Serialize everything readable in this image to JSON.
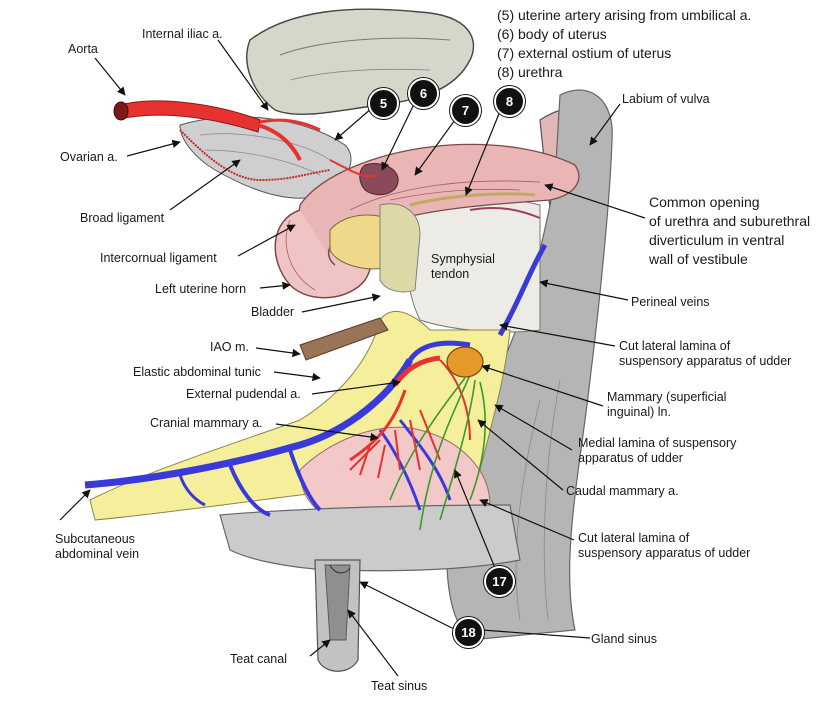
{
  "legend": [
    "(5) uterine artery arising from umbilical a.",
    "(6) body of uterus",
    "(7) external ostium of uterus",
    "(8) urethra"
  ],
  "labels": {
    "aorta": "Aorta",
    "internal_iliac": "Internal iliac a.",
    "ovarian": "Ovarian a.",
    "broad_ligament": "Broad ligament",
    "intercornual_ligament": "Intercornual  ligament",
    "left_uterine_horn": "Left uterine horn",
    "bladder": "Bladder",
    "symphysial_tendon": "Symphysial\ntendon",
    "labium_of_vulva": "Labium of vulva",
    "common_opening": "Common opening\nof urethra and suburethral\ndiverticulum in ventral\nwall of vestibule",
    "perineal_veins": "Perineal veins",
    "iao": "IAO m.",
    "elastic_abdominal_tunic": "Elastic abdominal tunic",
    "external_pudendal": "External pudendal a.",
    "cranial_mammary": "Cranial mammary a.",
    "cut_lateral_lamina_1": "Cut lateral lamina of\nsuspensory apparatus of udder",
    "mammary_ln": "Mammary (superficial\ninguinal) ln.",
    "medial_lamina": "Medial lamina of suspensory\napparatus of udder",
    "caudal_mammary": "Caudal mammary a.",
    "cut_lateral_lamina_2": "Cut lateral lamina of\nsuspensory apparatus of udder",
    "subcutaneous_abdominal_vein": "Subcutaneous\nabdominal vein",
    "gland_sinus": "Gland sinus",
    "teat_canal": "Teat canal",
    "teat_sinus": "Teat sinus"
  },
  "badges": {
    "b5": "5",
    "b6": "6",
    "b7": "7",
    "b8": "8",
    "b17": "17",
    "b18": "18"
  },
  "colors": {
    "artery": "#e8322f",
    "vein": "#3a3ad8",
    "lymph": "#3a9a2a",
    "uterus": "#e9b5b5",
    "udder": "#f3c8c8",
    "yellow_tunic": "#f5ef9c",
    "bone": "#d6d6ca",
    "gland": "#b9b9b9",
    "node": "#e39a2b"
  }
}
